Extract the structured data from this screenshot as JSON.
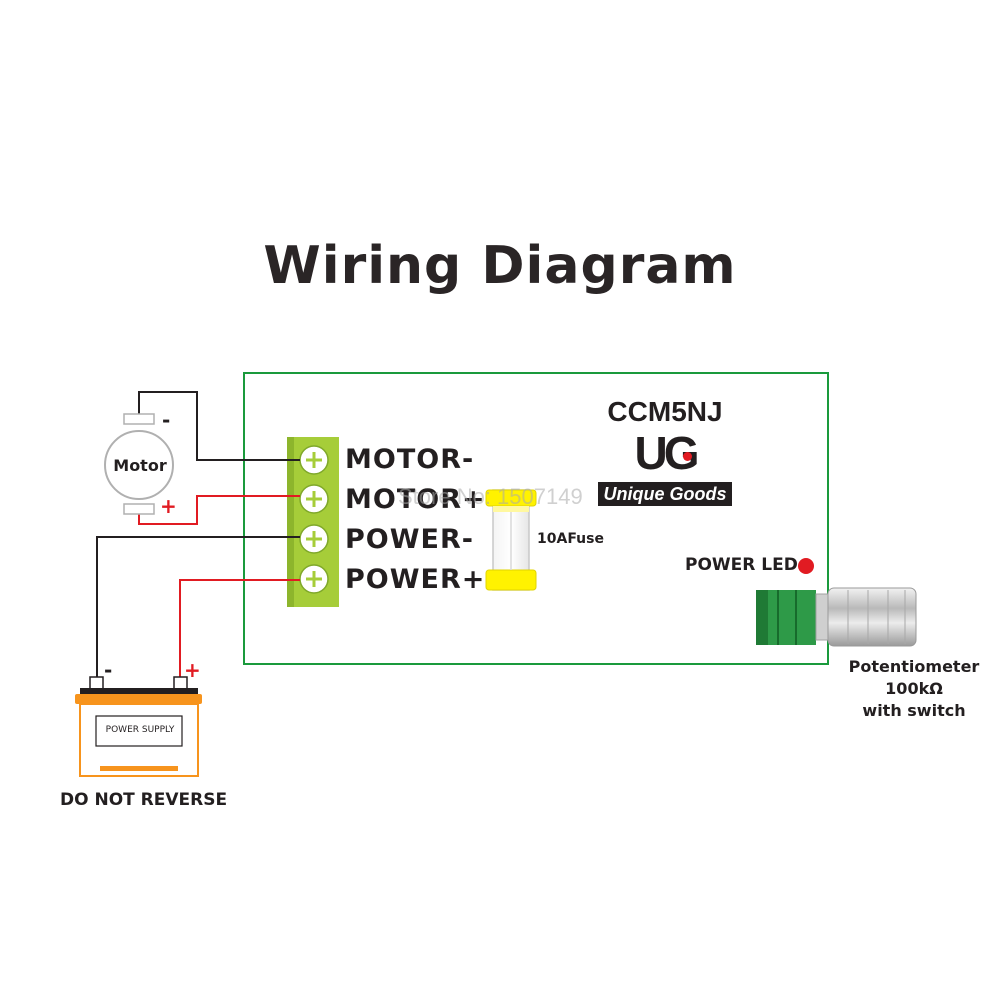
{
  "title": "Wiring Diagram",
  "board": {
    "model": "CCM5NJ",
    "logo_letters": "UG",
    "logo_tagline": "Unique Goods",
    "watermark": "Store No: 1507149",
    "terminals": [
      "MOTOR-",
      "MOTOR+",
      "POWER-",
      "POWER+"
    ],
    "fuse_label": "10AFuse",
    "led_label": "POWER LED"
  },
  "motor": {
    "label": "Motor",
    "neg_sign": "-",
    "pos_sign": "+"
  },
  "power_supply": {
    "label": "POWER SUPPLY",
    "neg_sign": "-",
    "pos_sign": "+",
    "warning": "DO NOT REVERSE"
  },
  "potentiometer": {
    "line1": "Potentiometer",
    "line2": "100kΩ",
    "line3": "with switch"
  },
  "colors": {
    "board_outline": "#1a9a3c",
    "terminal_green": "#a6cd39",
    "wire_black": "#231f20",
    "wire_red": "#e11b22",
    "fuse_yellow": "#fff200",
    "battery_orange": "#f7941d",
    "pot_green": "#2e9a48"
  }
}
